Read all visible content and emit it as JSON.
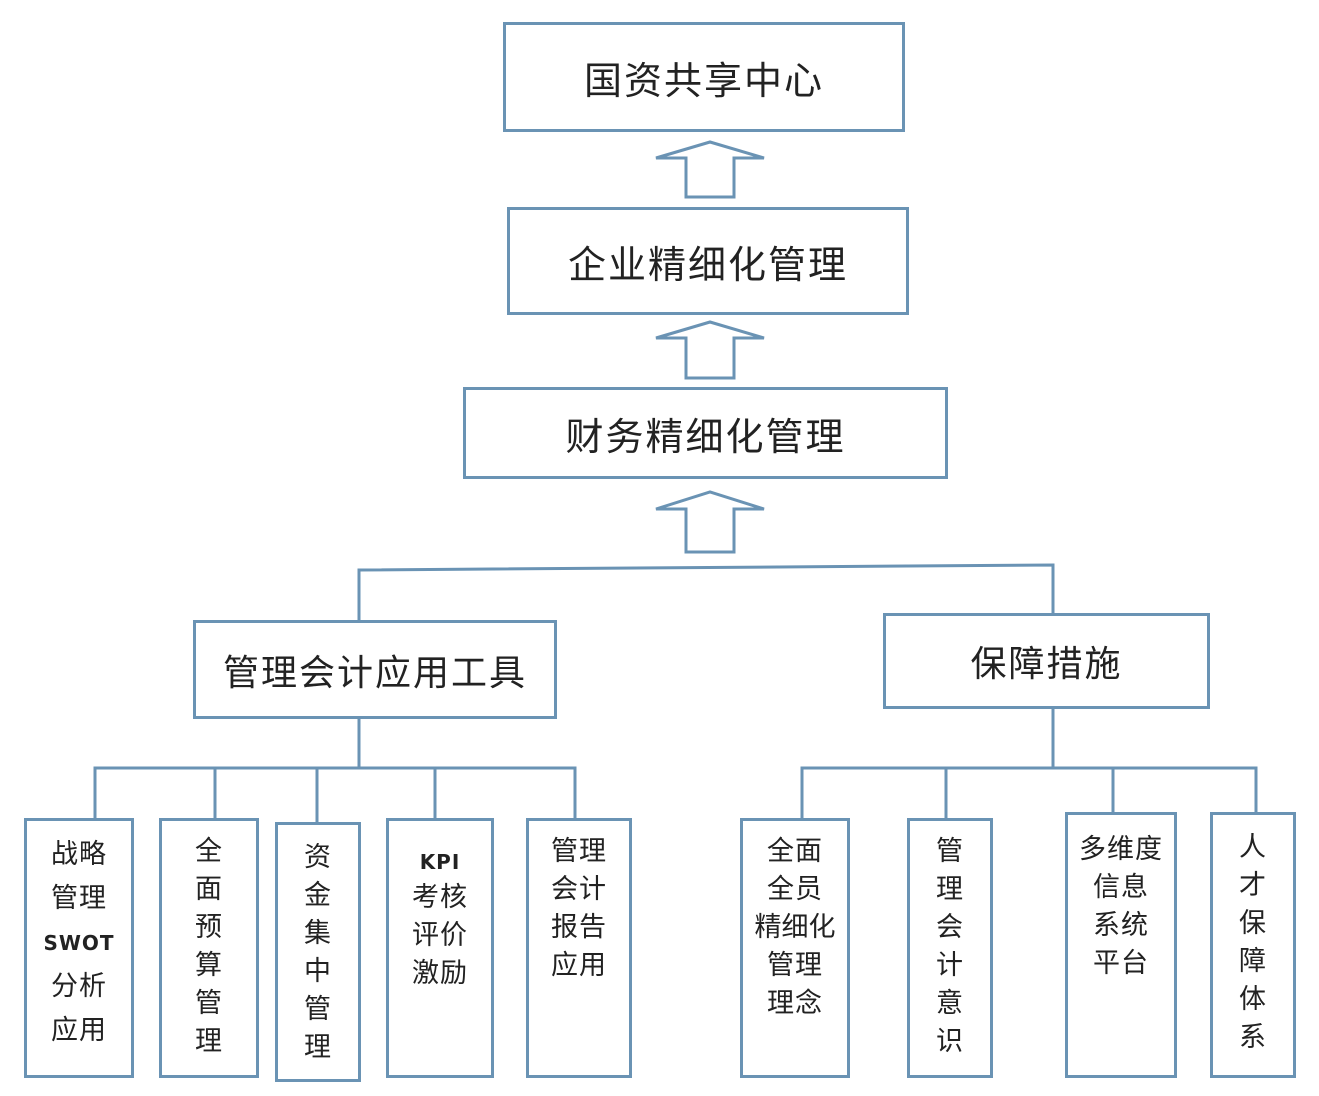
{
  "top": {
    "center": "国资共享中心",
    "enterprise": "企业精细化管理",
    "finance": "财务精细化管理"
  },
  "branches": {
    "tools": "管理会计应用工具",
    "safeguards": "保障措施"
  },
  "tools_items": [
    [
      "战略",
      "管理",
      "SWOT",
      "分析",
      "应用"
    ],
    [
      "全",
      "面",
      "预",
      "算",
      "管",
      "理"
    ],
    [
      "资",
      "金",
      "集",
      "中",
      "管",
      "理"
    ],
    [
      "KPI",
      "考核",
      "评价",
      "激励"
    ],
    [
      "管理",
      "会计",
      "报告",
      "应用"
    ]
  ],
  "safeguard_items": [
    [
      "全面",
      "全员",
      "精细化",
      "管理",
      "理念"
    ],
    [
      "管",
      "理",
      "会",
      "计",
      "意",
      "识"
    ],
    [
      "多维度",
      "信息",
      "系统",
      "平台"
    ],
    [
      "人",
      "才",
      "保",
      "障",
      "体",
      "系"
    ]
  ]
}
